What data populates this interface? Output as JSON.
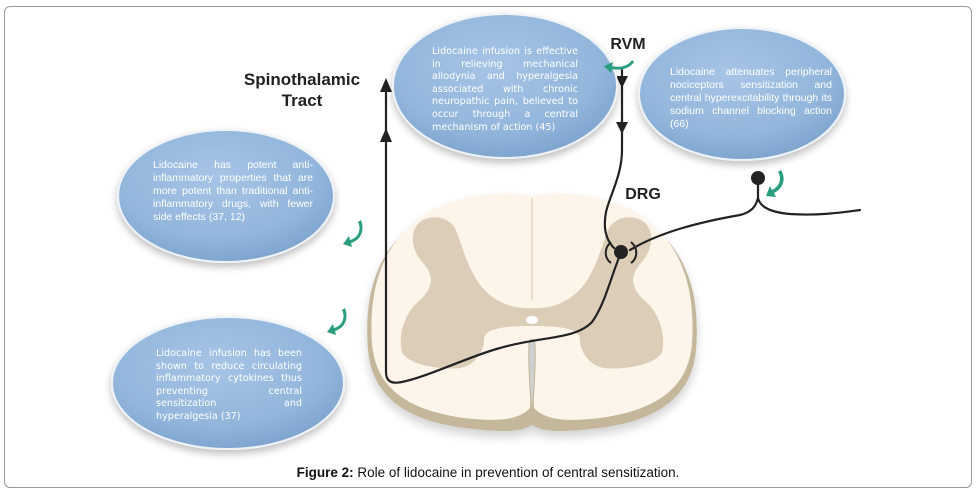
{
  "labels": {
    "spinothalamic_line1": "Spinothalamic",
    "spinothalamic_line2": "Tract",
    "rvm": "RVM",
    "drg": "DRG"
  },
  "bubbles": [
    {
      "id": "central-mechanism",
      "text": "Lidocaine infusion is effective in relieving mechanical allodynia and hyperalgesia associated with chronic neuropathic pain, believed to occur through a central mechanism of action (45)"
    },
    {
      "id": "peripheral-sodium-channel",
      "text": "Lidocaine attenuates peripheral nociceptors sensitization and central hyperexcitability through its sodium channel blocking action (66)"
    },
    {
      "id": "anti-inflammatory",
      "text": "Lidocaine has potent anti-inflammatory properties that are more potent than traditional anti-inflammatory drugs, with fewer side effects (37, 12)"
    },
    {
      "id": "cytokines",
      "text": "Lidocaine infusion has been shown to reduce circulating inflammatory cytokines thus preventing central sensitization and hyperalgesia (37)"
    }
  ],
  "caption": {
    "prefix": "Figure 2:",
    "text": " Role of lidocaine in prevention of central sensitization."
  },
  "colors": {
    "bubble_fill": "#93b6dc",
    "arrow_teal": "#2a9d7f",
    "white_matter": "#fdf5ea",
    "gray_matter": "#dccdb9",
    "cord_edge": "#c4b79c",
    "nerve_line": "#222222"
  }
}
